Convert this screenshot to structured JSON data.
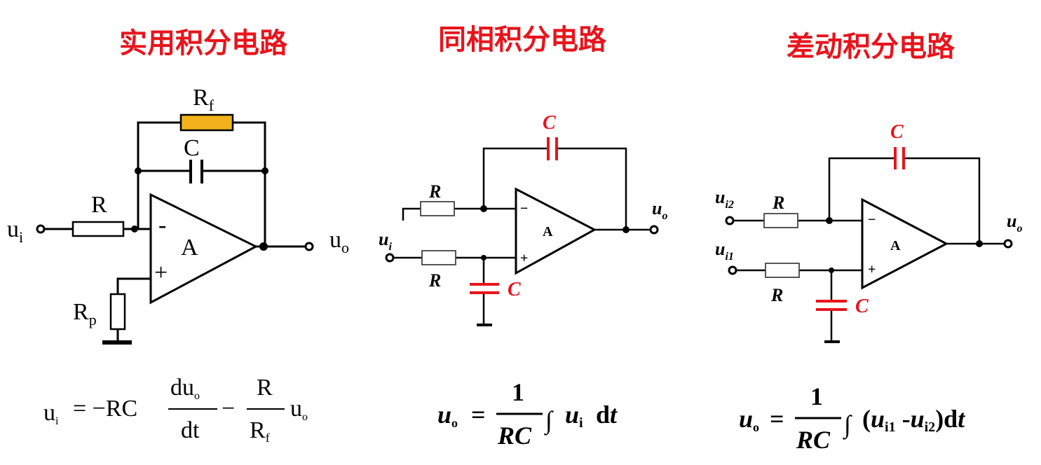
{
  "titles": {
    "practical": "实用积分电路",
    "in_phase": "同相积分电路",
    "differential": "差动积分电路"
  },
  "circuit1": {
    "rf_label": "R",
    "rf_sub": "f",
    "c_label": "C",
    "r_label": "R",
    "ui_label": "u",
    "ui_sub": "i",
    "uo_label": "u",
    "uo_sub": "o",
    "amp_label": "A",
    "minus": "-",
    "plus": "+",
    "rp_label": "R",
    "rp_sub": "p"
  },
  "circuit2": {
    "c_top": "C",
    "c_bottom": "C",
    "r_top": "R",
    "r_bottom": "R",
    "ui_label": "u",
    "ui_sub": "i",
    "uo_label": "u",
    "uo_sub": "o",
    "amp_label": "A",
    "minus": "−",
    "plus": "+"
  },
  "circuit3": {
    "c_top": "C",
    "c_bottom": "C",
    "r_top": "R",
    "r_bottom": "R",
    "ui2_label": "u",
    "ui2_sub": "i2",
    "ui1_label": "u",
    "ui1_sub": "i1",
    "uo_label": "u",
    "uo_sub": "o",
    "amp_label": "A",
    "minus": "−",
    "plus": "+"
  },
  "formula1": {
    "lhs": "u",
    "lhs_sub": "i",
    "eq_neg_rc": "= −RC",
    "frac1_num": "du",
    "frac1_num_sub": "o",
    "frac1_den": "dt",
    "minus": "−",
    "frac2_num": "R",
    "frac2_den": "R",
    "frac2_den_sub": "f",
    "tail": "u",
    "tail_sub": "o"
  },
  "formula2": {
    "lhs": "u",
    "lhs_sub": "o",
    "eq": "=",
    "num": "1",
    "den": "RC",
    "integral": "∫",
    "integrand": "u",
    "integrand_sub": "i",
    "dt": "d",
    "dt_var": "t"
  },
  "formula3": {
    "lhs": "u",
    "lhs_sub": "o",
    "eq": "=",
    "num": "1",
    "den": "RC",
    "integral": "∫",
    "open": "(",
    "u1": "u",
    "u1_sub": "i1",
    "minus": " -",
    "u2": "u",
    "u2_sub": "i2",
    "close": ")d",
    "dt_var": "t"
  },
  "colors": {
    "title_red": "#e8141c",
    "rf_fill": "#f3b21b",
    "cap_red": "#e8141c"
  }
}
